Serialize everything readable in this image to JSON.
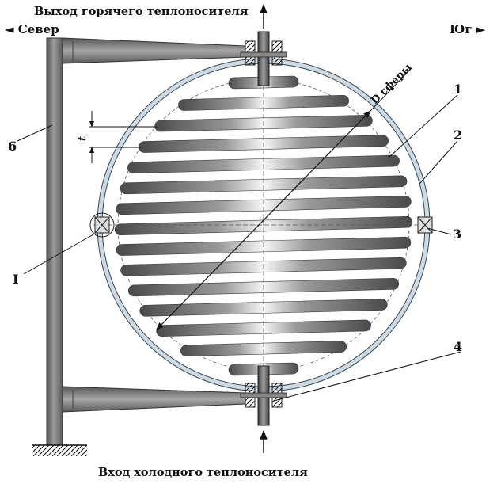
{
  "title_top": "Выход горячего теплоносителя",
  "title_bottom": "Вход холодного теплоносителя",
  "direction_left": "◄ Север",
  "direction_right": "Юг ►",
  "diameter_label": "D сферы",
  "pitch_label": "t",
  "callouts": {
    "n1": "1",
    "n2": "2",
    "n3": "3",
    "n4": "4",
    "n6": "6",
    "detail": "I"
  },
  "colors": {
    "shell": "#c9dbe9",
    "frame": "#6f6f6f",
    "coil_dark": "#555555",
    "coil_light": "#f4f4f4"
  }
}
